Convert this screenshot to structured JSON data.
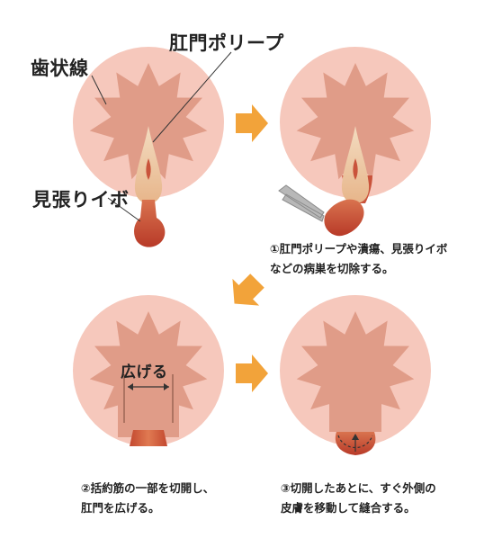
{
  "labels": {
    "dentate_line": "歯状線",
    "anal_polyp": "肛門ポリープ",
    "sentinel_tag": "見張りイボ",
    "widen": "広げる"
  },
  "steps": [
    {
      "line1": "①肛門ポリープや潰瘍、見張りイボ",
      "line2": "などの病巣を切除する。"
    },
    {
      "line1": "②括約筋の一部を切開し、",
      "line2": "肛門を広げる。"
    },
    {
      "line1": "③切開したあとに、すぐ外側の",
      "line2": "皮膚を移動して縫合する。"
    }
  ],
  "colors": {
    "outer_ring": "#f6c8bc",
    "mucosa": "#e09c88",
    "polyp": "#efc9a6",
    "tag": "#c9533b",
    "arrow": "#f2a33a"
  }
}
